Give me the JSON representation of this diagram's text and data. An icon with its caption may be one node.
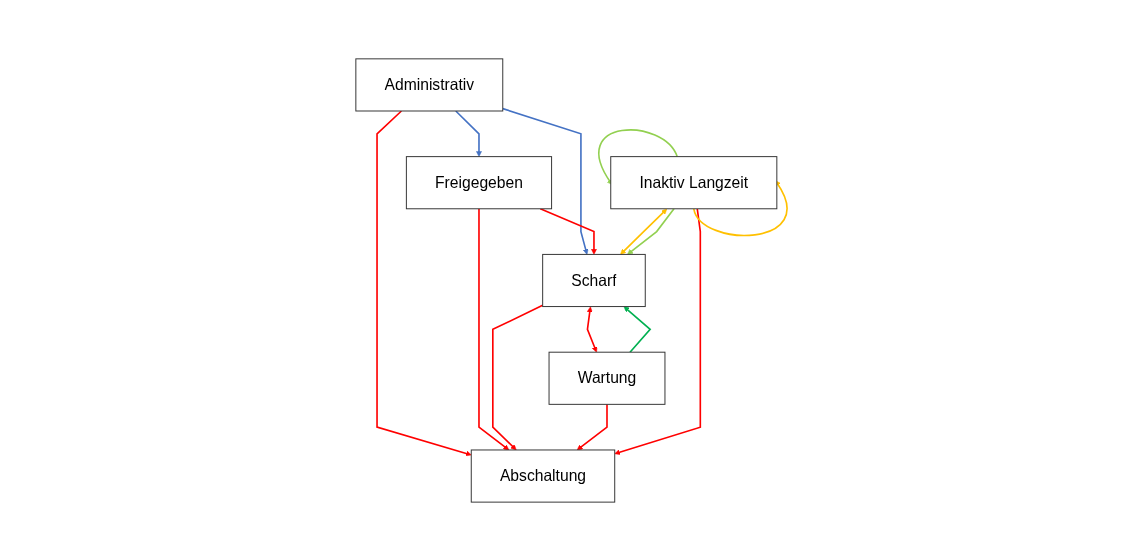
{
  "diagram": {
    "nodes": [
      {
        "text": [
          "Administrativ"
        ]
      },
      {
        "text": [
          "Freigegeben"
        ]
      },
      {
        "text": [
          "Abschaltung"
        ]
      },
      {
        "text": [
          "Scharf"
        ]
      },
      {
        "text": [
          "Inaktiv Langzeit"
        ]
      },
      {
        "text": [
          "Wartung"
        ]
      }
    ],
    "edges": [
      {
        "from": 0,
        "to": 1,
        "arrow": "to",
        "color": "#4472c4"
      },
      {
        "from": 0,
        "to": 2,
        "arrow": "to"
      },
      {
        "from": 1,
        "to": 2,
        "arrow": "to"
      },
      {
        "from": 0,
        "to": 3,
        "arrow": "to",
        "color": "#4472c4"
      },
      {
        "from": 1,
        "to": 3,
        "arrow": "to"
      },
      {
        "from": 3,
        "to": 2,
        "arrow": "to"
      },
      {
        "from": 5,
        "to": 2,
        "arrow": "to"
      },
      {
        "from": 4,
        "to": 2,
        "arrow": "to"
      },
      {
        "from": 4,
        "to": 3,
        "arrow": "both",
        "color": "#ffc000"
      },
      {
        "from": 4,
        "to": 3,
        "arrow": "to",
        "color": "#92d050"
      },
      {
        "from": 5,
        "to": 3,
        "arrow": "to",
        "color": "#00b050"
      },
      {
        "from": 3,
        "to": 5,
        "arrow": "both"
      },
      {
        "from": 4,
        "to": 4,
        "arrow": "to",
        "color": "#92d050"
      },
      {
        "from": 4,
        "to": 4,
        "arrow": "to",
        "color": "#ffc000"
      }
    ]
  }
}
